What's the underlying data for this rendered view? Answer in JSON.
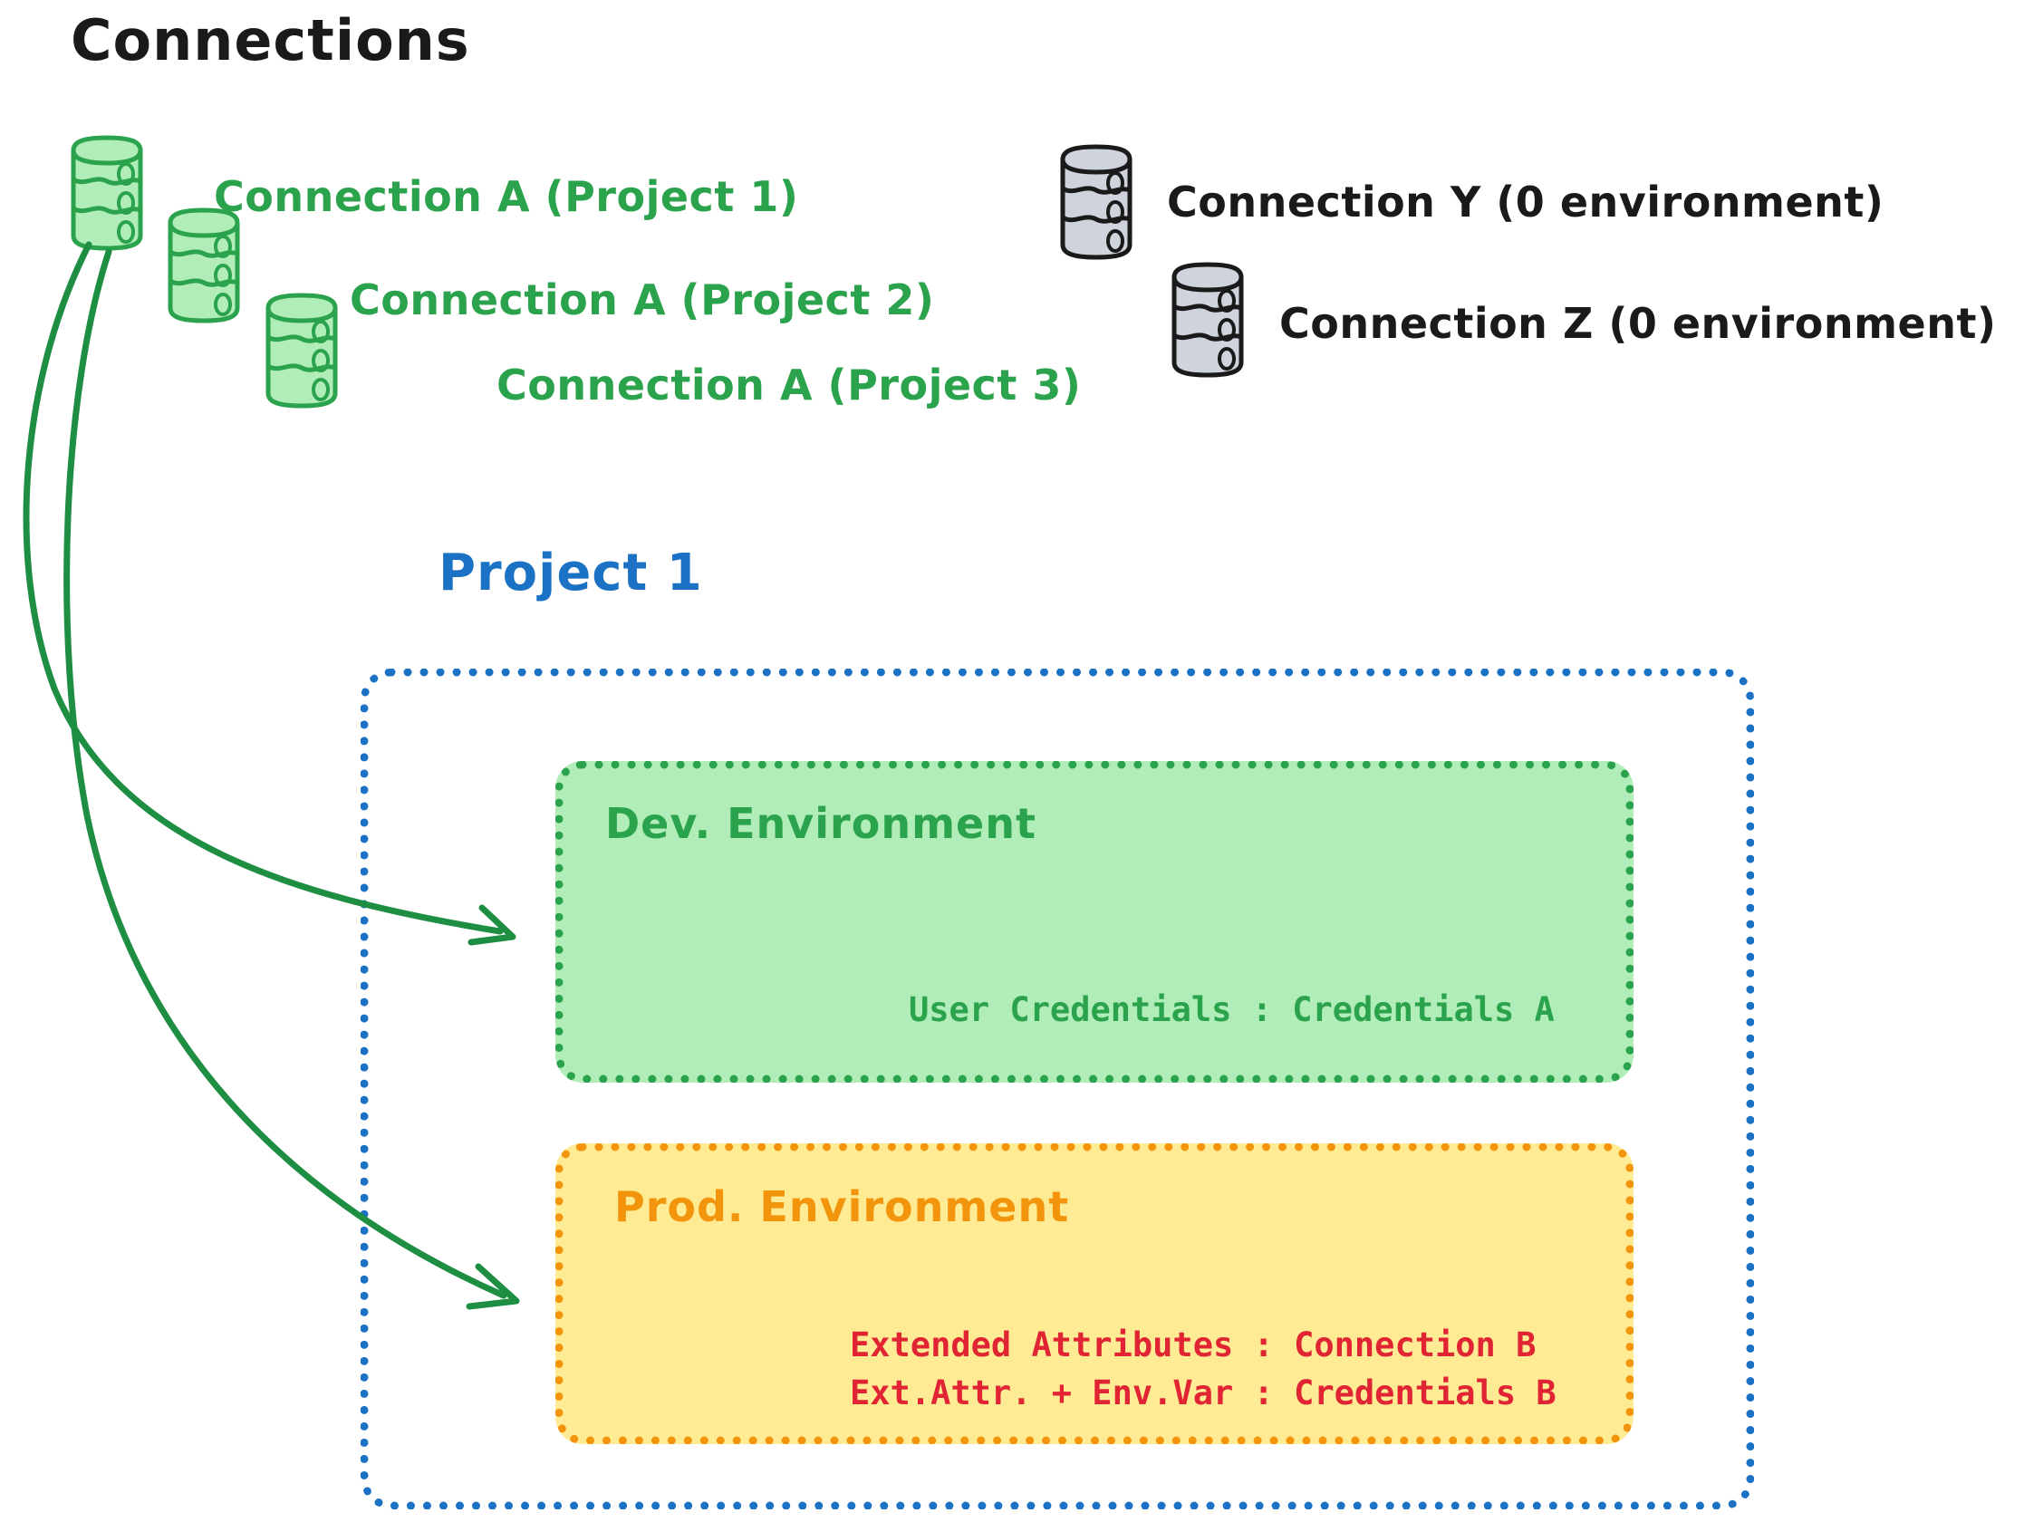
{
  "diagram": {
    "title": "Connections",
    "colors": {
      "green_stroke": "#2ba24c",
      "green_fill": "#b1edb8",
      "gray_fill": "#ced3dc",
      "gray_stroke": "#1a1a1a",
      "blue": "#1b72c4",
      "orange": "#f3940d",
      "yellow_fill": "#ffeb94",
      "red": "#e02434"
    },
    "connections": [
      {
        "id": "conn-a-project-1",
        "label": "Connection A (Project 1)",
        "style": "green"
      },
      {
        "id": "conn-a-project-2",
        "label": "Connection A (Project 2)",
        "style": "green"
      },
      {
        "id": "conn-a-project-3",
        "label": "Connection A (Project 3)",
        "style": "green"
      },
      {
        "id": "conn-y",
        "label": "Connection Y (0 environment)",
        "style": "gray"
      },
      {
        "id": "conn-z",
        "label": "Connection Z (0 environment)",
        "style": "gray"
      }
    ],
    "project": {
      "title": "Project 1",
      "environments": [
        {
          "id": "dev",
          "title": "Dev. Environment",
          "lines": [
            "User Credentials : Credentials A"
          ]
        },
        {
          "id": "prod",
          "title": "Prod. Environment",
          "lines": [
            "Extended Attributes : Connection B",
            "Ext.Attr. + Env.Var : Credentials B"
          ]
        }
      ]
    },
    "arrows": [
      {
        "id": "arrow-to-dev",
        "from": "conn-a-project-1",
        "to": "dev"
      },
      {
        "id": "arrow-to-prod",
        "from": "conn-a-project-1",
        "to": "prod"
      }
    ]
  }
}
